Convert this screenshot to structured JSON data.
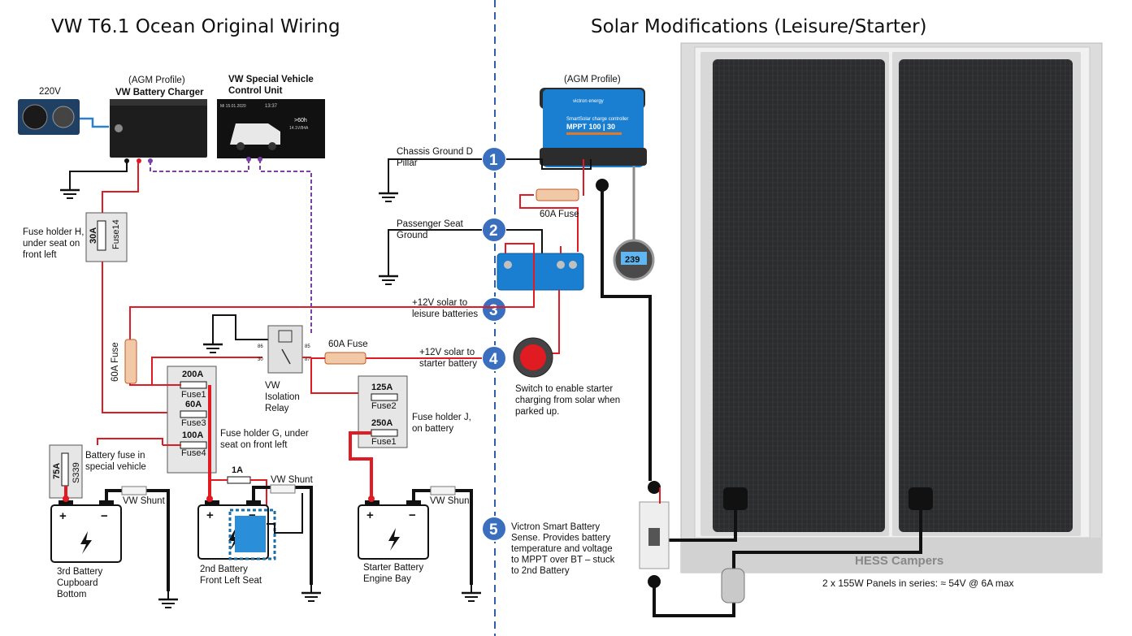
{
  "titles": {
    "left": "VW T6.1 Ocean Original Wiring",
    "right": "Solar Modifications (Leisure/Starter)"
  },
  "mains": {
    "voltage": "220V"
  },
  "charger": {
    "profile": "(AGM Profile)",
    "name": "VW Battery Charger"
  },
  "control_unit": {
    "name_line1": "VW Special Vehicle",
    "name_line2": "Control Unit",
    "screen_date": "Mi 15.01.2020",
    "screen_time": "13:37",
    "screen_reading1": ">60h",
    "screen_reading2": "14.1V/84A"
  },
  "mppt": {
    "profile": "(AGM Profile)",
    "brand": "victron energy",
    "line1": "SmartSolar charge controller",
    "model": "MPPT 100 | 30"
  },
  "battery_sense_display": "239",
  "steps": [
    {
      "n": "1",
      "label_line1": "Chassis Ground D",
      "label_line2": "Pillar"
    },
    {
      "n": "2",
      "label_line1": "Passenger Seat",
      "label_line2": "Ground"
    },
    {
      "n": "3",
      "label_line1": "+12V solar to",
      "label_line2": "leisure batteries"
    },
    {
      "n": "4",
      "label_line1": "+12V solar to",
      "label_line2": "starter battery"
    },
    {
      "n": "5",
      "label_lines": [
        "Victron Smart Battery",
        "Sense. Provides battery",
        "temperature and voltage",
        "to MPPT over BT – stuck",
        "to 2nd Battery"
      ]
    }
  ],
  "fuses": {
    "mppt_fuse": "60A Fuse",
    "starter_fuse": "60A Fuse",
    "vertical_fuse": "60A Fuse",
    "one_amp": "1A"
  },
  "fuse_holder_h": {
    "rating": "30A",
    "id": "Fuse14",
    "desc_lines": [
      "Fuse holder H,",
      "under seat on",
      "front left"
    ]
  },
  "fuse_holder_g": {
    "items": [
      {
        "rating": "200A",
        "id": "Fuse1"
      },
      {
        "rating": "60A",
        "id": "Fuse3"
      },
      {
        "rating": "100A",
        "id": "Fuse4"
      }
    ],
    "desc_lines": [
      "Fuse holder G, under",
      "seat on front left"
    ]
  },
  "fuse_holder_j": {
    "items": [
      {
        "rating": "125A",
        "id": "Fuse2"
      },
      {
        "rating": "250A",
        "id": "Fuse1"
      }
    ],
    "desc_lines": [
      "Fuse holder J,",
      "on battery"
    ]
  },
  "battery_fuse": {
    "rating": "75A",
    "id": "S339",
    "desc_lines": [
      "Battery fuse in",
      "special vehicle"
    ]
  },
  "relay": {
    "label_lines": [
      "VW",
      "Isolation",
      "Relay"
    ],
    "pin_tl": "86",
    "pin_tr": "85",
    "pin_bl": "30",
    "pin_br": "87"
  },
  "battery_switch": {
    "desc_lines": [
      "Switch to enable starter",
      "charging from solar when",
      "parked up."
    ]
  },
  "shunts": {
    "label": "VW Shunt"
  },
  "batteries": [
    {
      "plus": "+",
      "minus": "−",
      "label_lines": [
        "3rd Battery",
        "Cupboard",
        "Bottom"
      ]
    },
    {
      "plus": "+",
      "minus": "−",
      "label_lines": [
        "2nd Battery",
        "Front Left Seat"
      ]
    },
    {
      "plus": "+",
      "minus": "−",
      "label_lines": [
        "Starter Battery",
        "Engine Bay"
      ]
    }
  ],
  "panels": {
    "brand": "HESS Campers",
    "caption": "2 x 155W Panels in series: ≈ 54V @ 6A max"
  },
  "colors": {
    "positive": "#e11b22",
    "negative": "#111111",
    "signal": "#7b3fa6",
    "divider": "#2e5fa8",
    "step_badge": "#3a6fbf",
    "victron_blue": "#1a7fd0"
  }
}
